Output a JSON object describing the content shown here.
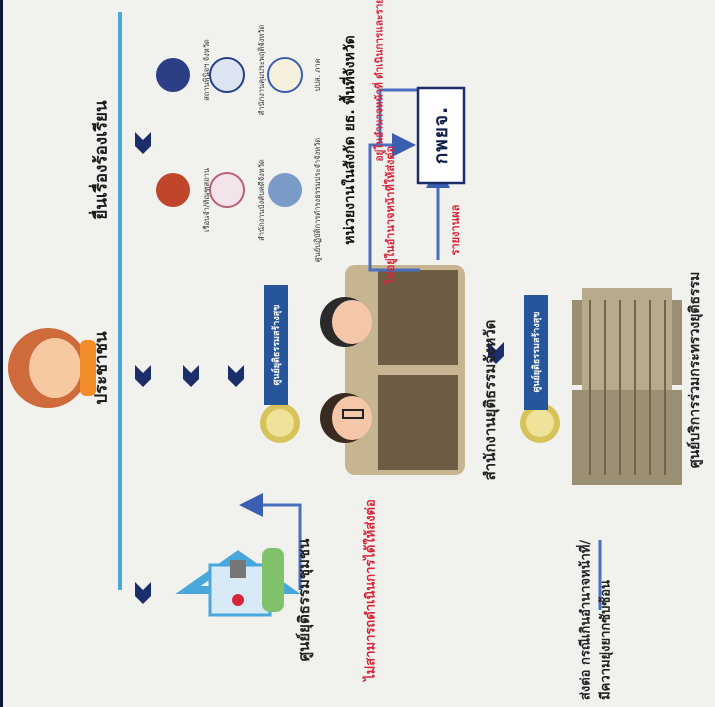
{
  "diagram": {
    "people_label": "ประชาชน",
    "complaint_label": "ยื่นเรื่องร้องเรียน",
    "community_center_label": "ศูนย์ยุติธรรมชุมชน",
    "cannot_process_note": "ไม่สามารถดำเนินการได้ให้ส่งต่อ",
    "provincial_office_label": "สำนักงานยุติธรรมจังหวัด",
    "justice_center_tag": "ศูนย์ยุติธรรมสร้างสุข",
    "justice_center_tag_2": "ศูนย์ยุติธรรมสร้างสุข",
    "not_in_authority_note": "ไม่อยู่ในอำนาจหน้าที่ให้ส่งต่อ",
    "agencies_label": "หน่วยงานในสังกัด ยธ. พื้นที่จังหวัด",
    "in_authority_note": "อยู่ในอำนาจหน้าที่ ดำเนินการและรายงานผล",
    "report_note": "รายงานผล",
    "pyj_box": "กพยจ.",
    "ministry_center_label": "ศูนย์บริการร่วมกระทรวงยุติธรรม",
    "forward_note_line1": "ส่งต่อ กรณีเกินอำนาจหน้าที่/",
    "forward_note_line2": "มีความยุ่งยากซับซ้อน",
    "agency_names": [
      "ศูนย์ปฏิบัติการดำรงธรรมประจำจังหวัด",
      "สำนักงานคุมประพฤติจังหวัด",
      "ปปส. ภาค",
      "สถานพินิจฯ จังหวัด",
      "สำนักงานบังคับคดีจังหวัด",
      "เรือนจำ/ทัณฑสถาน"
    ],
    "colors": {
      "navy": "#1b2d6b",
      "line_blue": "#5b7fc7",
      "light_blue_bar": "#4aa7dc",
      "red": "#d6283c"
    }
  }
}
